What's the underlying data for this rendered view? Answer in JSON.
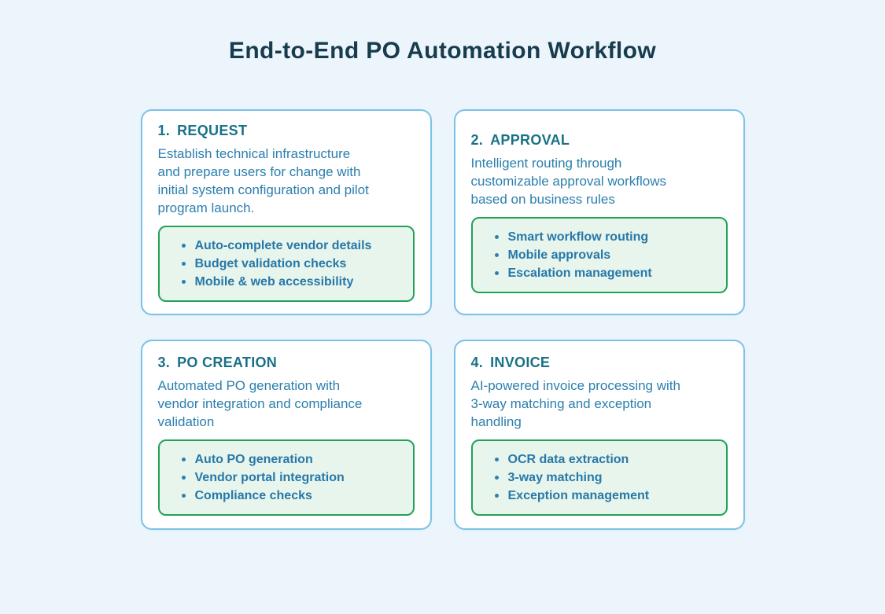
{
  "page": {
    "title": "End-to-End PO Automation Workflow"
  },
  "colors": {
    "page_background": "#edf5fc",
    "card_background": "#ffffff",
    "card_border": "#7cc2e8",
    "title_text": "#163c4d",
    "heading_text": "#1a7187",
    "body_text": "#2b7fad",
    "bullet_text": "#2778a9",
    "feature_box_background": "#e7f5ec",
    "feature_box_border": "#23a257"
  },
  "cards": [
    {
      "number": "1.",
      "title": "REQUEST",
      "description": "Establish technical infrastructure and prepare users for change with initial system configuration and pilot program launch.",
      "bullets": [
        "Auto-complete vendor details",
        "Budget validation checks",
        "Mobile & web accessibility"
      ]
    },
    {
      "number": "2.",
      "title": "APPROVAL",
      "description": "Intelligent routing through customizable approval workflows based on business rules",
      "bullets": [
        "Smart workflow routing",
        "Mobile approvals",
        "Escalation management"
      ]
    },
    {
      "number": "3.",
      "title": "PO CREATION",
      "description": "Automated PO generation with vendor integration and compliance validation",
      "bullets": [
        "Auto PO generation",
        "Vendor portal integration",
        "Compliance checks"
      ]
    },
    {
      "number": "4.",
      "title": "INVOICE",
      "description": "AI-powered invoice processing with 3-way matching and exception handling",
      "bullets": [
        "OCR data extraction",
        "3-way matching",
        "Exception management"
      ]
    }
  ]
}
